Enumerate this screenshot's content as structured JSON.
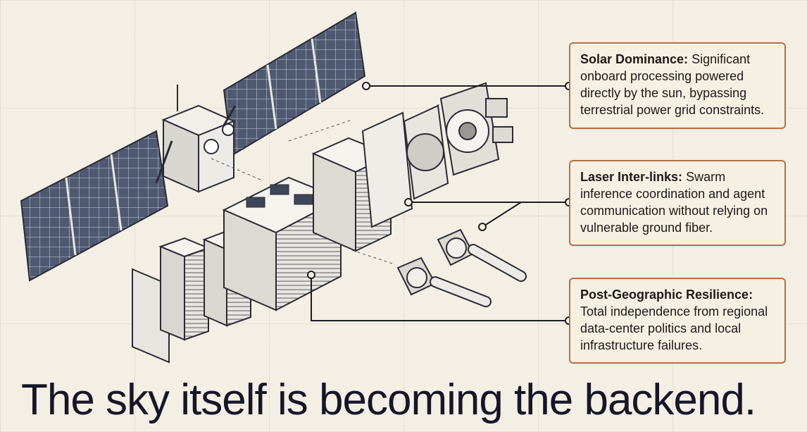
{
  "callouts": [
    {
      "title": "Solar Dominance:",
      "body": "Significant onboard processing powered directly by the sun, bypassing terrestrial power grid constraints."
    },
    {
      "title": "Laser Inter-links:",
      "body": "Swarm inference coordination and agent communication without relying on vulnerable ground fiber."
    },
    {
      "title": "Post-Geographic Resilience:",
      "body": "Total independence from regional data-center politics and local infrastructure failures."
    }
  ],
  "headline": "The sky itself is becoming the backend.",
  "colors": {
    "background": "#f3efe4",
    "callout_border": "#b0714a",
    "ink": "#161628"
  },
  "icons": [
    "satellite-illustration",
    "solar-panel-icon",
    "server-rack-icon",
    "thruster-icon",
    "laser-terminal-icon"
  ]
}
